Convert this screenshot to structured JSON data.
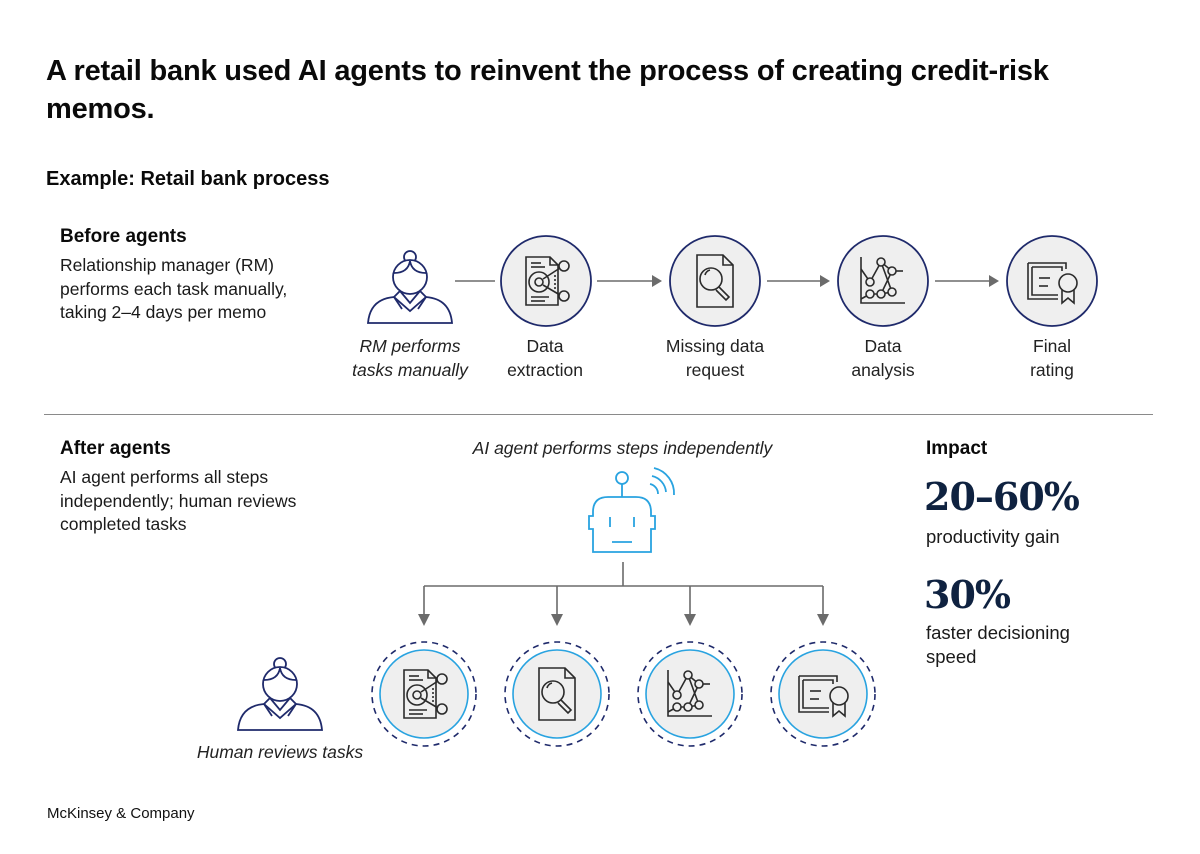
{
  "title": "A retail bank used AI agents to reinvent the process of creating credit-risk memos.",
  "subtitle": "Example: Retail bank process",
  "before": {
    "heading": "Before agents",
    "body_lines": [
      "Relationship manager (RM)",
      "performs each task manually,",
      "taking 2–4 days per memo"
    ],
    "actor_caption_lines": [
      "RM performs",
      "tasks manually"
    ],
    "steps": [
      {
        "icon": "data-extraction-icon",
        "caption_lines": [
          "Data",
          "extraction"
        ]
      },
      {
        "icon": "document-search-icon",
        "caption_lines": [
          "Missing data",
          "request"
        ]
      },
      {
        "icon": "data-analysis-chart-icon",
        "caption_lines": [
          "Data",
          "analysis"
        ]
      },
      {
        "icon": "certificate-award-icon",
        "caption_lines": [
          "Final",
          "rating"
        ]
      }
    ]
  },
  "after": {
    "heading": "After agents",
    "body_lines": [
      "AI agent performs all steps",
      "independently; human reviews",
      "completed tasks"
    ],
    "agent_caption": "AI agent performs steps independently",
    "human_caption": "Human reviews tasks",
    "steps": [
      {
        "icon": "data-extraction-icon"
      },
      {
        "icon": "document-search-icon"
      },
      {
        "icon": "data-analysis-chart-icon"
      },
      {
        "icon": "certificate-award-icon"
      }
    ]
  },
  "impact": {
    "heading": "Impact",
    "stats": [
      {
        "value": "20–60%",
        "label_lines": [
          "productivity gain"
        ]
      },
      {
        "value": "30%",
        "label_lines": [
          "faster decisioning",
          "speed"
        ]
      }
    ]
  },
  "footer": "McKinsey & Company",
  "colors": {
    "navy": "#1f2a6b",
    "agent_blue": "#29a3e0",
    "circle_fill": "#efefef",
    "icon_stroke": "#2b2b2b",
    "connector": "#6b6b6b",
    "stat_text": "#0f2240"
  }
}
